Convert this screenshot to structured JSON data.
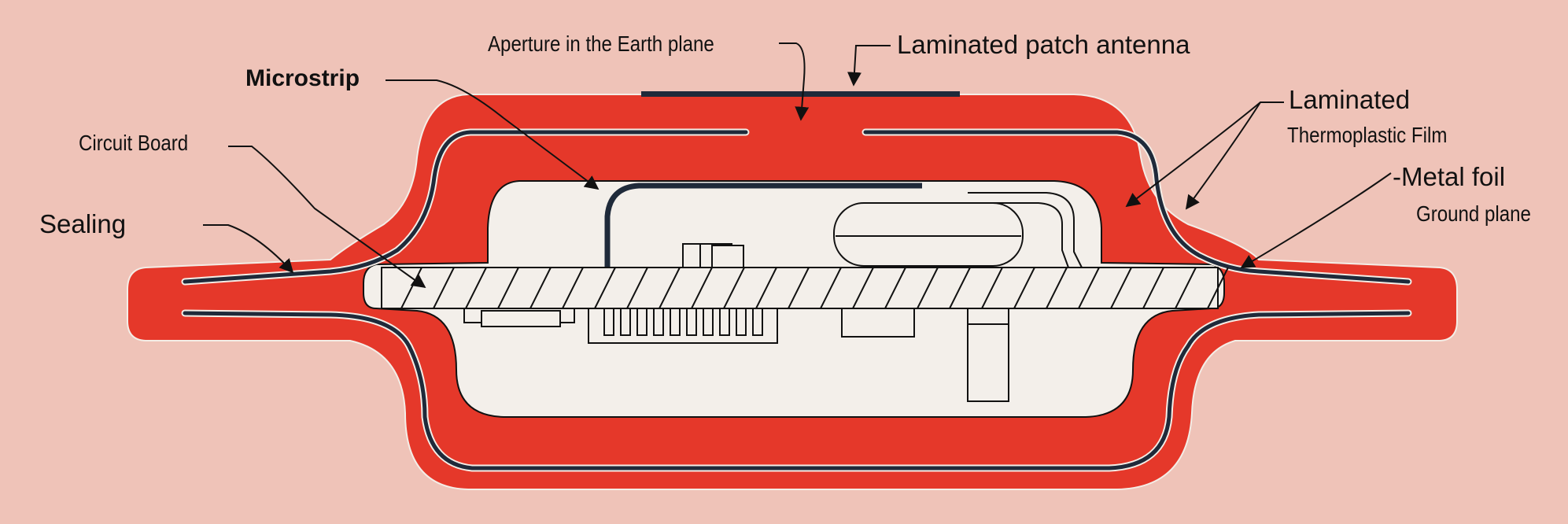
{
  "labels": {
    "aperture": "Aperture in the Earth plane",
    "patch_antenna": "Laminated patch antenna",
    "microstrip": "Microstrip",
    "circuit_board": "Circuit Board",
    "sealing": "Sealing",
    "laminated": "Laminated",
    "thermoplastic_film": "Thermoplastic Film",
    "metal_foil": "-Metal foil",
    "ground_plane": "Ground plane"
  },
  "colors": {
    "background": "#efc3b8",
    "laminate_red": "#e5382a",
    "cavity": "#f3efea",
    "metal_foil": "#1f2a3a",
    "lines": "#111111"
  }
}
